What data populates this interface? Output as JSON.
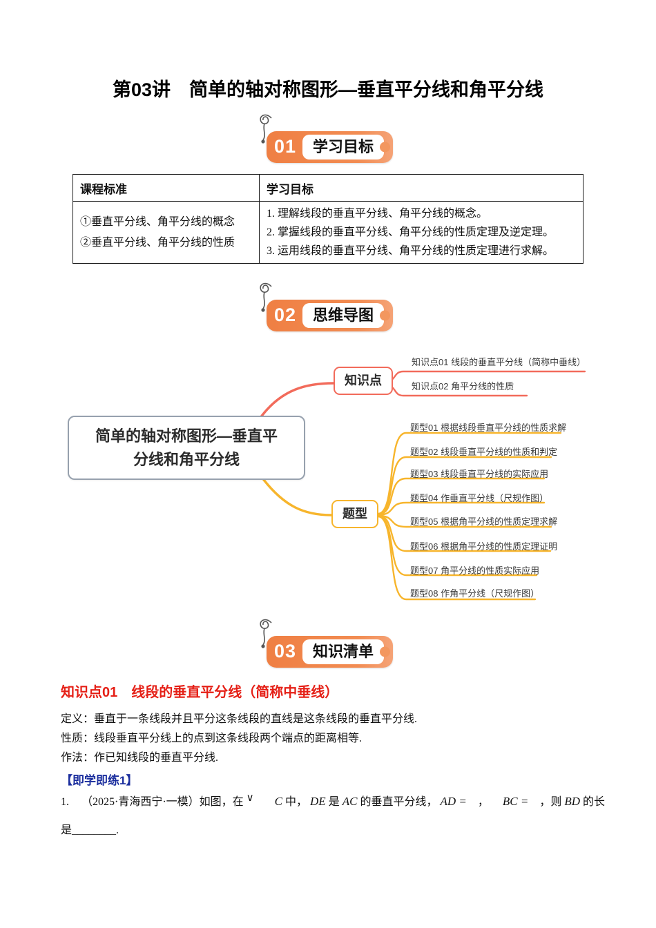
{
  "title": "第03讲　简单的轴对称图形—垂直平分线和角平分线",
  "badges": [
    {
      "num": "01",
      "label": "学习目标"
    },
    {
      "num": "02",
      "label": "思维导图"
    },
    {
      "num": "03",
      "label": "知识清单"
    }
  ],
  "table": {
    "col1_header": "课程标准",
    "col2_header": "学习目标",
    "standards": [
      "①垂直平分线、角平分线的概念",
      "②垂直平分线、角平分线的性质"
    ],
    "goals": [
      "1. 理解线段的垂直平分线、角平分线的概念。",
      "2. 掌握线段的垂直平分线、角平分线的性质定理及逆定理。",
      "3. 运用线段的垂直平分线、角平分线的性质定理进行求解。"
    ]
  },
  "mindmap": {
    "root": "简单的轴对称图形—垂直平分线和角平分线",
    "knowledge": {
      "label": "知识点",
      "children": [
        "知识点01 线段的垂直平分线（简称中垂线）",
        "知识点02 角平分线的性质"
      ]
    },
    "types": {
      "label": "题型",
      "children": [
        "题型01 根据线段垂直平分线的性质求解",
        "题型02 线段垂直平分线的性质和判定",
        "题型03 线段垂直平分线的实际应用",
        "题型04 作垂直平分线（尺规作图）",
        "题型05 根据角平分线的性质定理求解",
        "题型06 根据角平分线的性质定理证明",
        "题型07 角平分线的性质实际应用",
        "题型08 作角平分线（尺规作图）"
      ]
    }
  },
  "knowledge_section": {
    "heading": "知识点01　线段的垂直平分线（简称中垂线）",
    "definition": "定义：垂直于一条线段并且平分这条线段的直线是这条线段的垂直平分线.",
    "property": "性质：线段垂直平分线上的点到这条线段两个端点的距离相等.",
    "method": "作法：作已知线段的垂直平分线.",
    "practice_label": "【即学即练1】"
  },
  "problem": {
    "number": "1.",
    "p1": "（2025·青海西宁·一模）如图，在",
    "tri": "∨",
    "m0": "C",
    "p3": "中，",
    "m1": "DE",
    "p4": "是",
    "m2": "AC",
    "p5": "的垂直平分线，",
    "m3": "AD =",
    "p6": "，",
    "m4": "BC =",
    "p7": "，则",
    "m5": "BD",
    "p8": "的长",
    "line2": "是________."
  },
  "colors": {
    "badge_orange": "#F0854A",
    "mindmap_red": "#F26B5B",
    "mindmap_yellow": "#F7B52C",
    "root_border_gray": "#97A1AE",
    "heading_red": "#E52017",
    "practice_blue": "#1C2F9E"
  }
}
